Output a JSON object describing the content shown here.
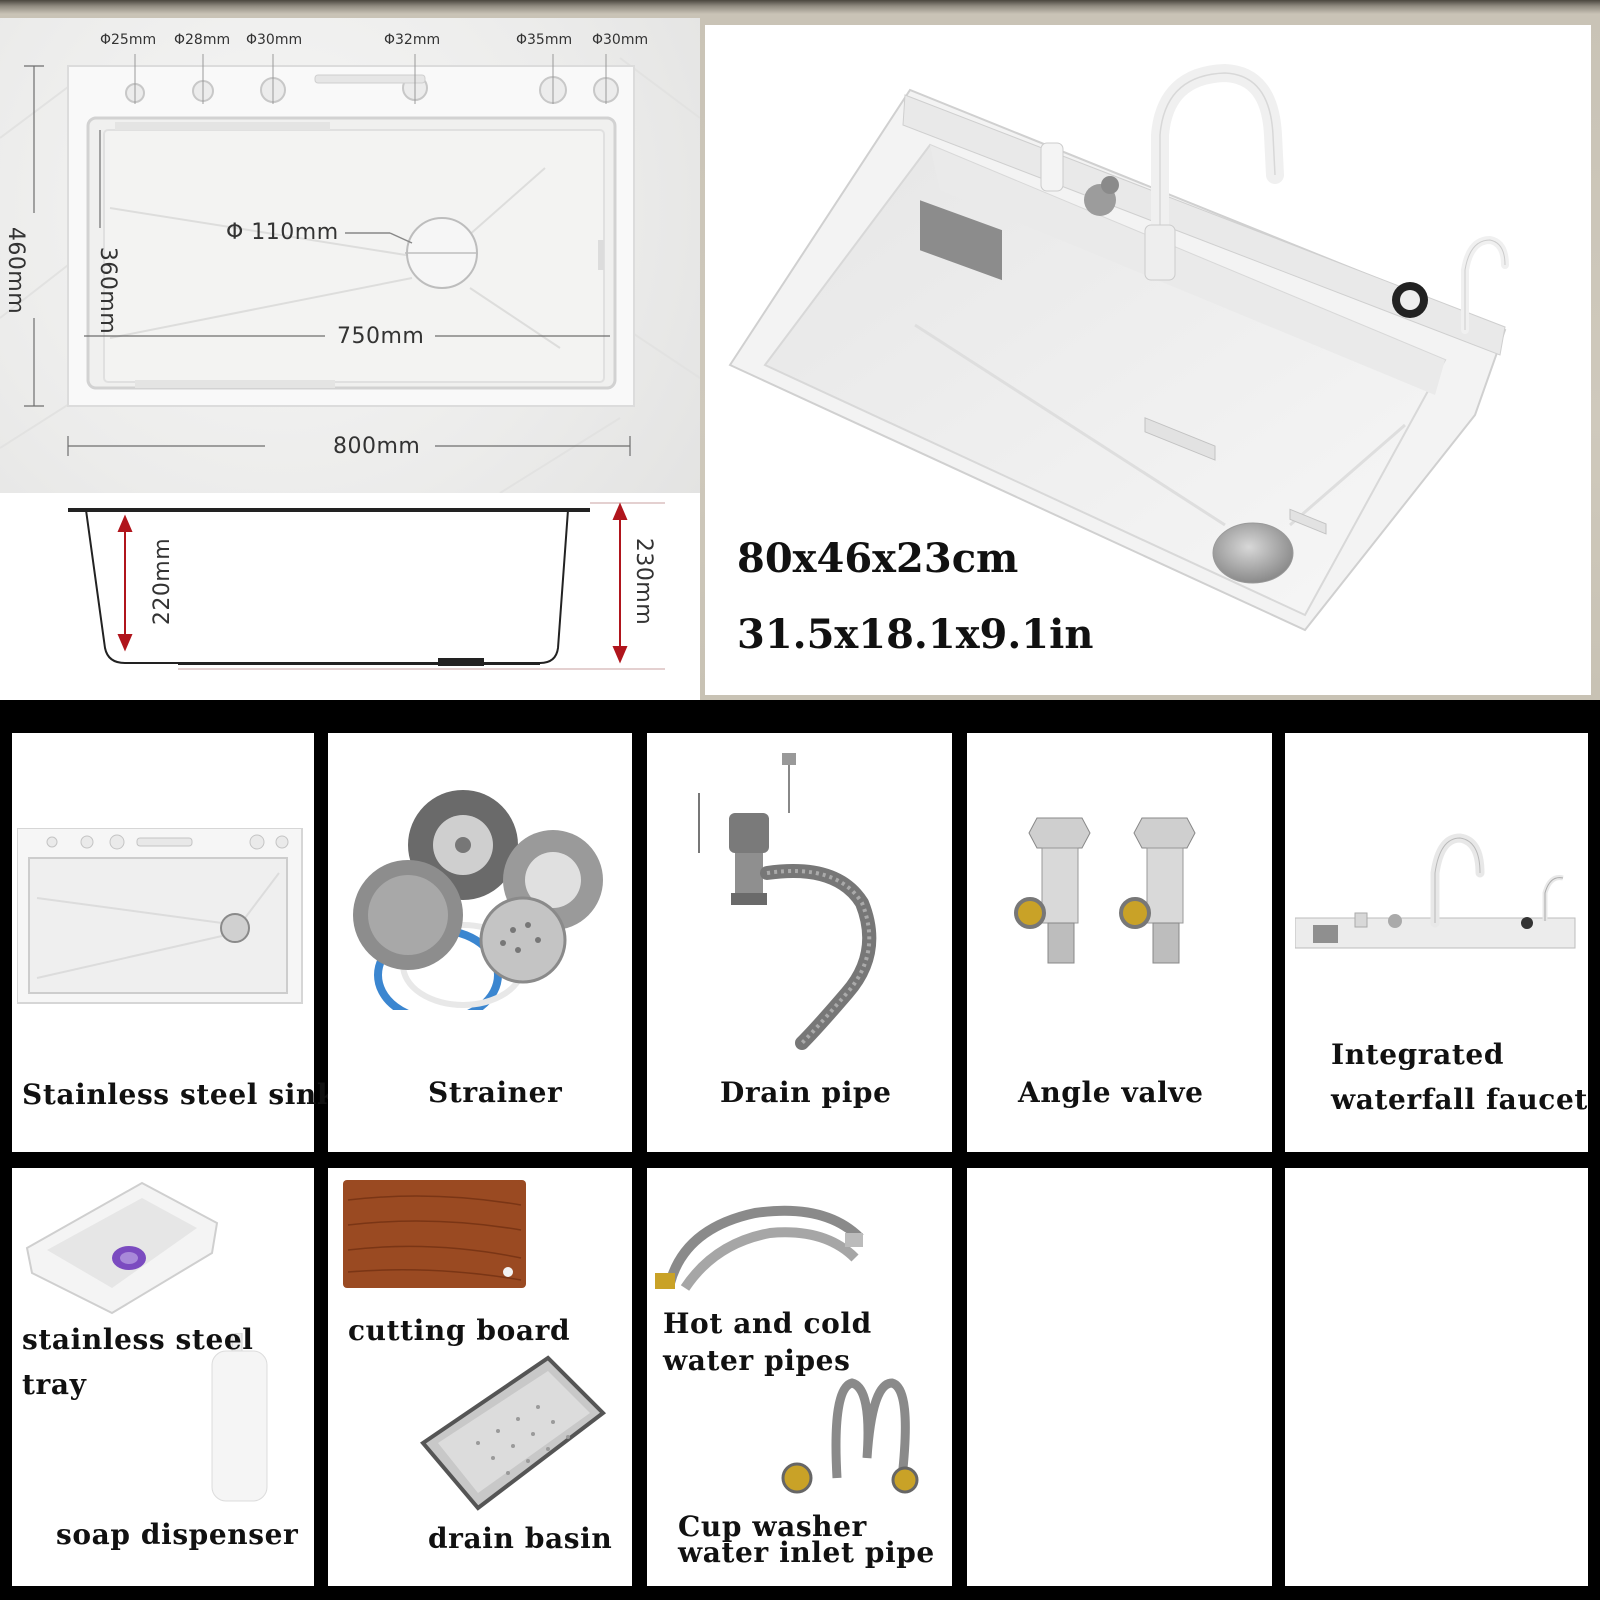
{
  "top_view": {
    "holes": [
      "Φ25mm",
      "Φ28mm",
      "Φ30mm",
      "Φ32mm",
      "Φ35mm",
      "Φ30mm"
    ],
    "drain": "Φ 110mm",
    "inner_width": "750mm",
    "outer_width": "800mm",
    "outer_depth": "460mm",
    "inner_depth": "360mm"
  },
  "side_view": {
    "inner_height": "220mm",
    "outer_height": "230mm",
    "arrow_color": "#b0151c"
  },
  "product_size": {
    "metric": "80x46x23cm",
    "imperial": "31.5x18.1x9.1in"
  },
  "components": [
    {
      "lines": [
        "Stainless steel sink"
      ],
      "icon": "sink-icon"
    },
    {
      "lines": [
        "Strainer"
      ],
      "icon": "strainer-icon"
    },
    {
      "lines": [
        "Drain pipe"
      ],
      "icon": "drain-pipe-icon"
    },
    {
      "lines": [
        "Angle valve"
      ],
      "icon": "angle-valve-icon"
    },
    {
      "lines": [
        "Integrated",
        "waterfall faucet"
      ],
      "icon": "faucet-icon"
    }
  ],
  "accessories": {
    "tray": [
      "stainless steel",
      "tray"
    ],
    "soap": "soap dispenser",
    "cutting_board": "cutting board",
    "drain_basin": "drain basin",
    "pipes": [
      "Hot and cold",
      "water pipes"
    ],
    "cup_washer": [
      "Cup washer",
      "water inlet pipe"
    ]
  },
  "colors": {
    "background": "#000000",
    "panel": "#ffffff",
    "sink_white": "#f2f2f2",
    "wood": "#9a4a22",
    "purple": "#7b4bc0"
  }
}
